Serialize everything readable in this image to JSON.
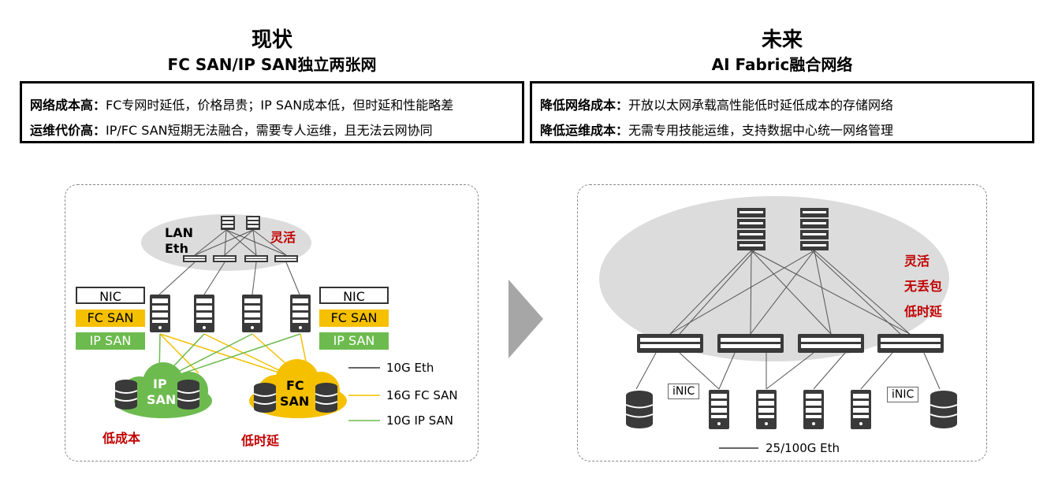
{
  "left": {
    "title": "现状",
    "subtitle": "FC SAN/IP SAN独立两张网",
    "lines": [
      {
        "label": "网络成本高：",
        "text": "FC专网时延低，价格昂贵；IP SAN成本低，但时延和性能略差"
      },
      {
        "label": "运维代价高：",
        "text": "IP/FC SAN短期无法融合，需要专人运维，且无法云网协同"
      }
    ],
    "lan_label_1": "LAN",
    "lan_label_2": "Eth",
    "flexible": "灵活",
    "tag_nic": "NIC",
    "tag_fc": "FC SAN",
    "tag_ip": "IP SAN",
    "cloud_ip_1": "IP",
    "cloud_ip_2": "SAN",
    "cloud_fc_1": "FC",
    "cloud_fc_2": "SAN",
    "low_cost": "低成本",
    "low_latency": "低时延",
    "legend": [
      {
        "label": "10G Eth",
        "color": "#333333"
      },
      {
        "label": "16G FC SAN",
        "color": "#f5c000"
      },
      {
        "label": "10G IP SAN",
        "color": "#6dbb4f"
      }
    ]
  },
  "right": {
    "title": "未来",
    "subtitle": "AI Fabric融合网络",
    "lines": [
      {
        "label": "降低网络成本：",
        "text": "开放以太网承载高性能低时延低成本的存储网络"
      },
      {
        "label": "降低运维成本：",
        "text": "无需专用技能运维，支持数据中心统一网络管理"
      }
    ],
    "features": [
      "灵活",
      "无丢包",
      "低时延"
    ],
    "inic": "iNIC",
    "legend_label": "25/100G Eth"
  },
  "colors": {
    "red": "#c00000",
    "fc": "#f5c000",
    "ip": "#6dbb4f",
    "arrow": "#a6a6a6"
  }
}
